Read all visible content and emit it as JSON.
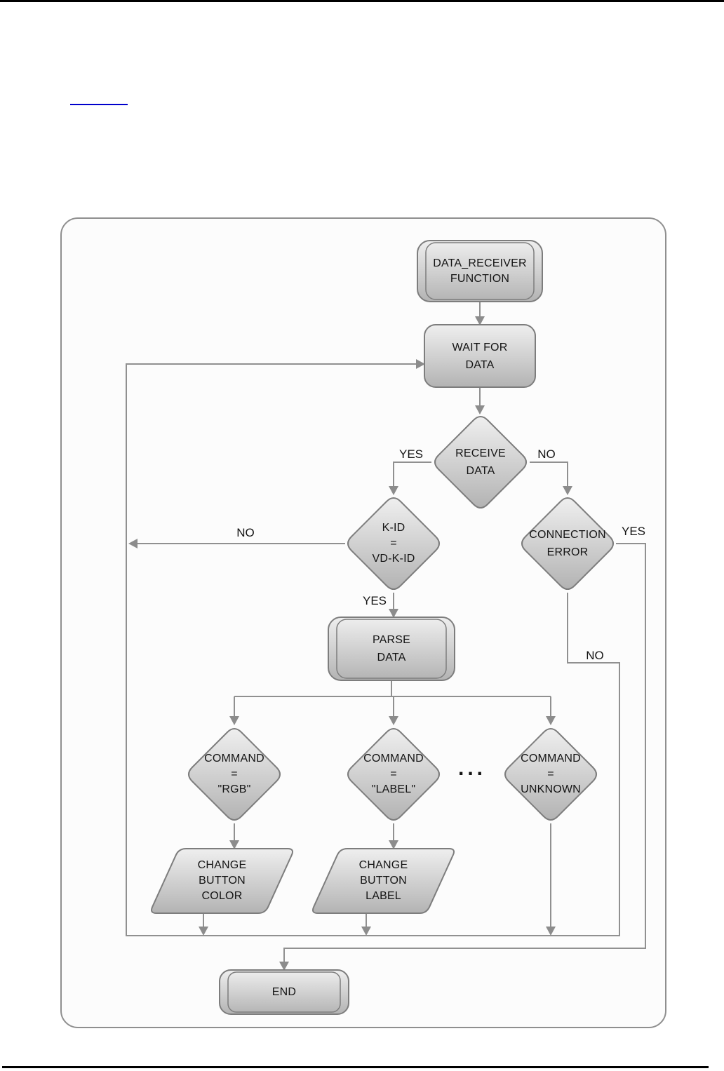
{
  "page": {
    "link_underline_color": "#0000cc",
    "rule_color": "#000000"
  },
  "flowchart": {
    "colors": {
      "node_fill_top": "#ededed",
      "node_fill_bottom": "#b3b3b3",
      "node_border": "#7d7d7d",
      "connector_line": "#909090",
      "arrowhead": "#8c8c8c",
      "container_border": "#8f8f8f",
      "container_fill": "#fcfcfc"
    },
    "nodes": {
      "start": {
        "label": "DATA_RECEIVER\nFUNCTION"
      },
      "wait": {
        "label": "WAIT FOR\nDATA"
      },
      "receive": {
        "label": "RECEIVE\nDATA"
      },
      "key_check": {
        "label": "K-ID\n=\nVD-K-ID"
      },
      "connection_error": {
        "label": "CONNECTION\nERROR"
      },
      "parse": {
        "label": "PARSE\nDATA"
      },
      "cmd_rgb": {
        "label": "COMMAND\n=\n\"RGB\""
      },
      "cmd_label": {
        "label": "COMMAND\n=\n\"LABEL\""
      },
      "cmd_unknown": {
        "label": "COMMAND\n=\nUNKNOWN"
      },
      "change_color": {
        "label": "CHANGE\nBUTTON\nCOLOR"
      },
      "change_label": {
        "label": "CHANGE\nBUTTON\nLABEL"
      },
      "end": {
        "label": "END"
      },
      "ellipsis": "..."
    },
    "edge_labels": {
      "receive_yes": "YES",
      "receive_no": "NO",
      "key_check_no": "NO",
      "key_check_yes": "YES",
      "connection_error_yes": "YES",
      "connection_error_no": "NO"
    }
  }
}
